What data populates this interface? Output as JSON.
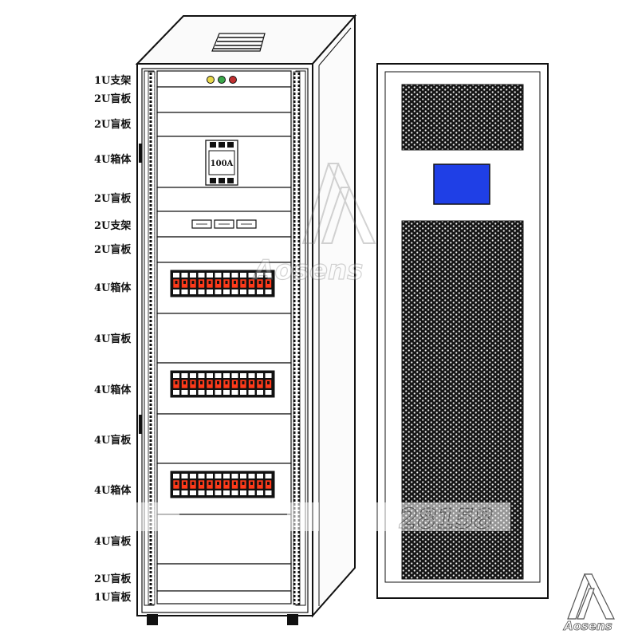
{
  "labels": [
    "1U支架",
    "2U盲板",
    "2U盲板",
    "4U箱体",
    "2U盲板",
    "2U支架",
    "2U盲板",
    "4U箱体",
    "4U盲板",
    "4U箱体",
    "4U盲板",
    "4U箱体",
    "4U盲板",
    "2U盲板",
    "1U盲板"
  ],
  "breaker_label": "100A",
  "watermark": "Aosens",
  "overlay_text": "28158",
  "colors": {
    "indicator_yellow": "#e8d84a",
    "indicator_green": "#3aa84a",
    "indicator_red": "#c03030",
    "breaker_red": "#ff3a1a",
    "screen_blue": "#1f3fe6"
  }
}
